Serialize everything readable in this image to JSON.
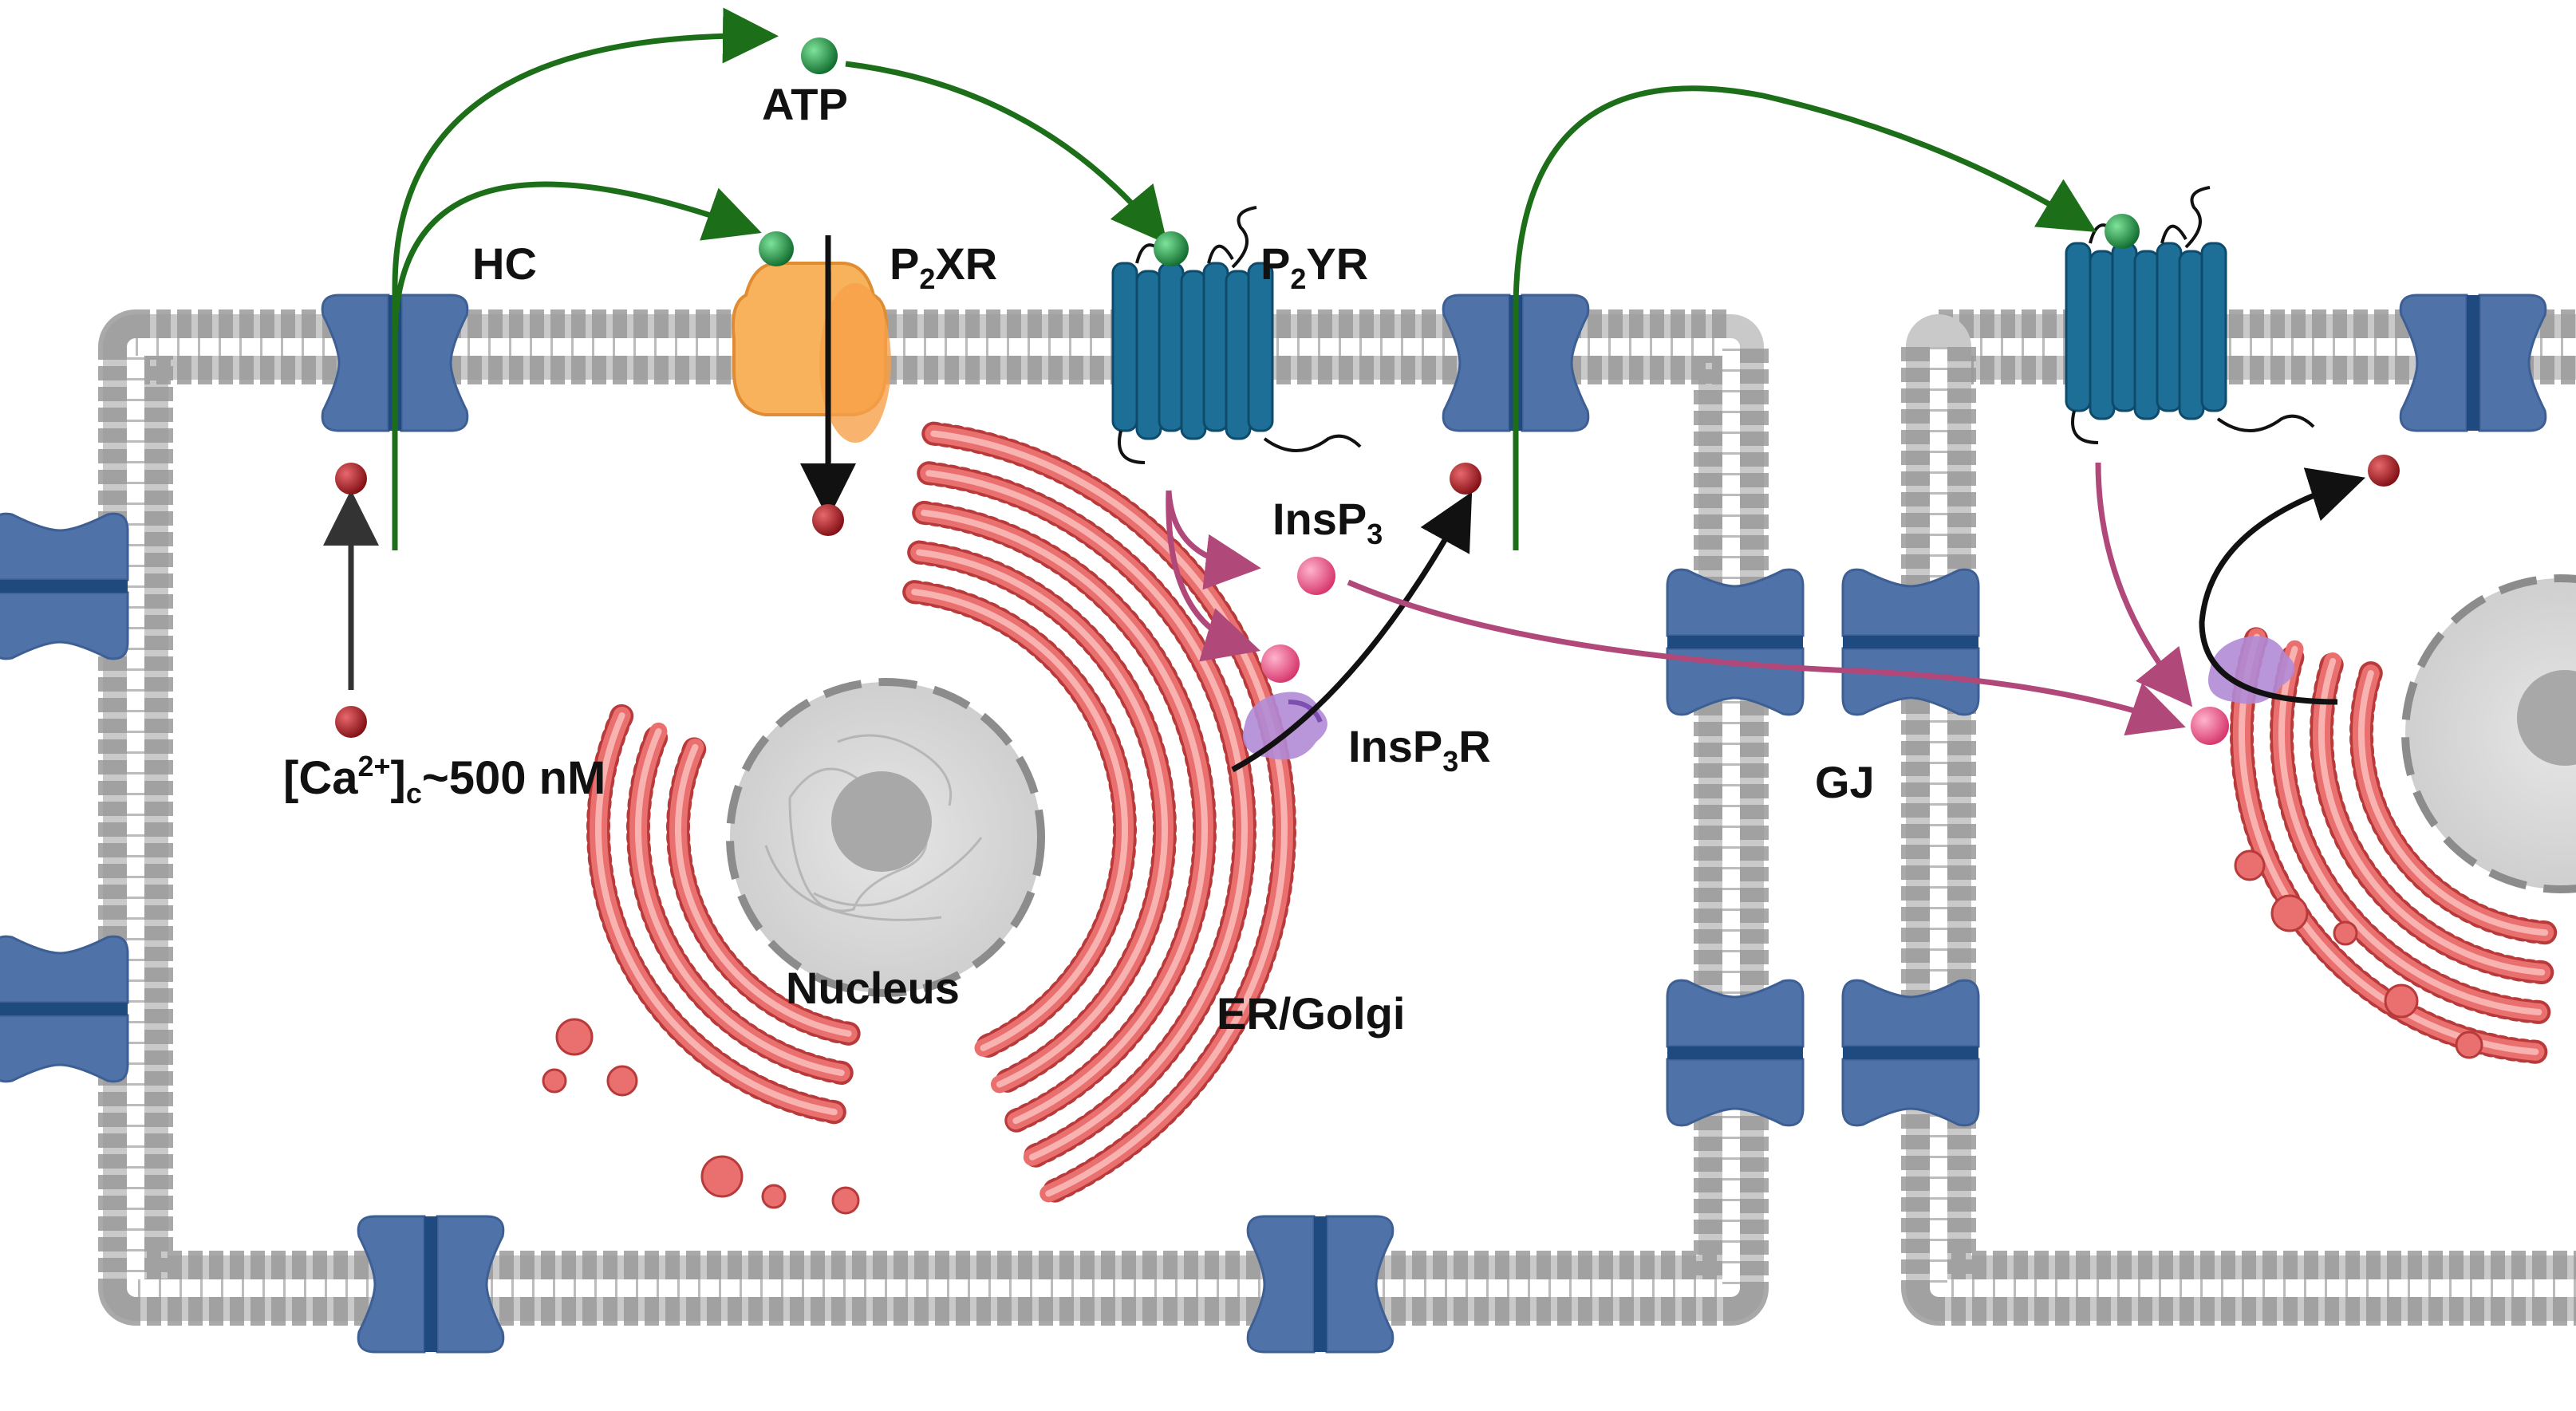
{
  "labels": {
    "hc": "HC",
    "atp": "ATP",
    "p2xr_main": "P",
    "p2xr_sub": "2",
    "p2xr_tail": "XR",
    "p2yr_main": "P",
    "p2yr_sub": "2",
    "p2yr_tail": "YR",
    "insp3_main": "InsP",
    "insp3_sub": "3",
    "insp3r_main": "InsP",
    "insp3r_sub": "3",
    "insp3r_tail": "R",
    "ca_open": "[Ca",
    "ca_sup": "2+",
    "ca_close": "]",
    "ca_sub": "c",
    "ca_tail": "~500 nM",
    "nucleus": "Nucleus",
    "er_golgi": "ER/Golgi",
    "gj": "GJ"
  },
  "colors": {
    "membrane": "#9a9a9a",
    "channel": "#4f72a8",
    "channel_dark": "#1f4a80",
    "p2x": "#f9b25c",
    "p2y": "#1e6f98",
    "atp": "#17823c",
    "calcium": "#b11c22",
    "insp3": "#e0457b",
    "insp3_arrow": "#b1487a",
    "insp3r": "#b18ad6",
    "er": "#e9706f",
    "nucleus": "#d6d6d6",
    "green_arrow": "#1c6e19"
  }
}
